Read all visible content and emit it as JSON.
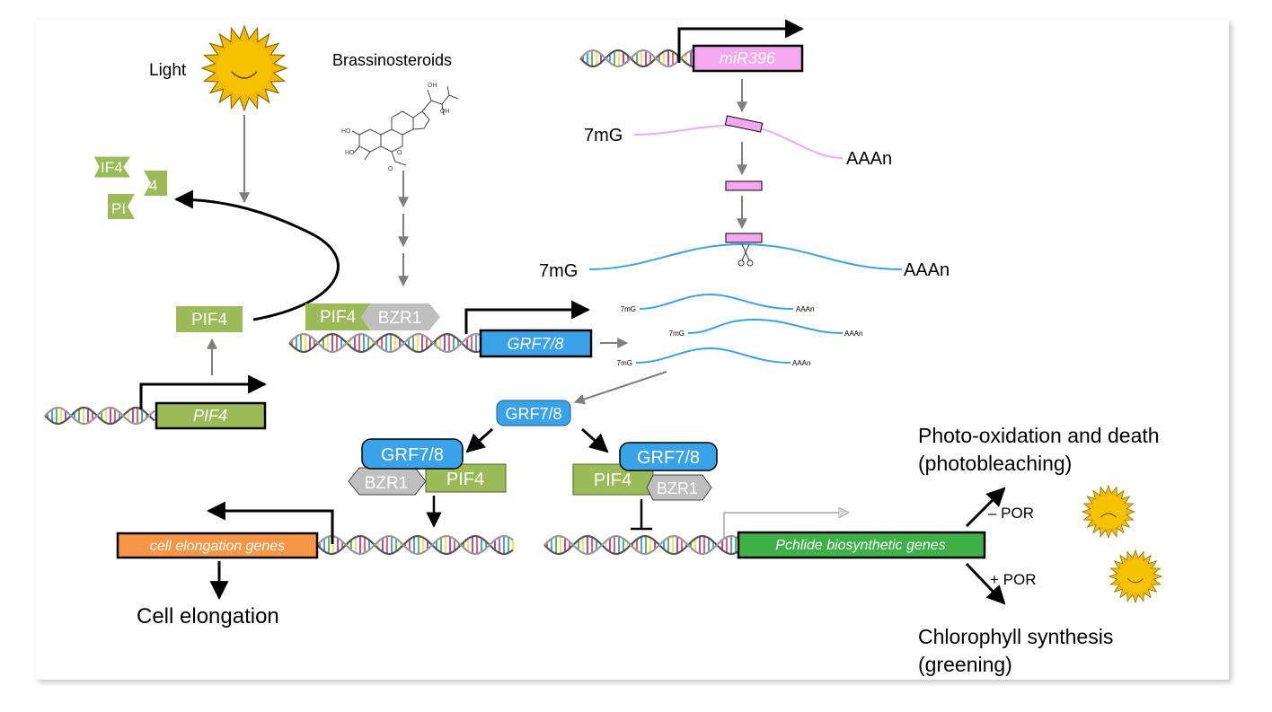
{
  "labels": {
    "light": "Light",
    "brassinosteroids": "Brassinosteroids",
    "mir396": "miR396",
    "cap": "7mG",
    "polya": "AAAn",
    "pif4": "PIF4",
    "bzr1": "BZR1",
    "grf78": "GRF7/8",
    "cell_elongation_genes": "cell elongation genes",
    "cell_elongation": "Cell elongation",
    "pchlide_genes": "Pchlide biosynthetic genes",
    "photo_ox_line1": "Photo-oxidation and death",
    "photo_ox_line2": "(photobleaching)",
    "chloro_line1": "Chlorophyll synthesis",
    "chloro_line2": "(greening)",
    "minus_por": "– POR",
    "plus_por": "+ POR",
    "degraded_pif4_a": "IF4",
    "degraded_pif4_b": "4",
    "degraded_pif4_c": "PI"
  },
  "colors": {
    "green": "#9bbb59",
    "green_dark": "#4f6228",
    "blue": "#3aa2e8",
    "pink": "#f5a7f0",
    "orange": "#f79646",
    "gene_green": "#3faf47",
    "gray": "#bfbfbf",
    "sun": "#f5b800",
    "arrow_gray": "#7f7f7f"
  },
  "icons": [
    "sun-icon",
    "dna-helix-icon",
    "scissors-icon",
    "brassinosteroid-structure-icon"
  ]
}
